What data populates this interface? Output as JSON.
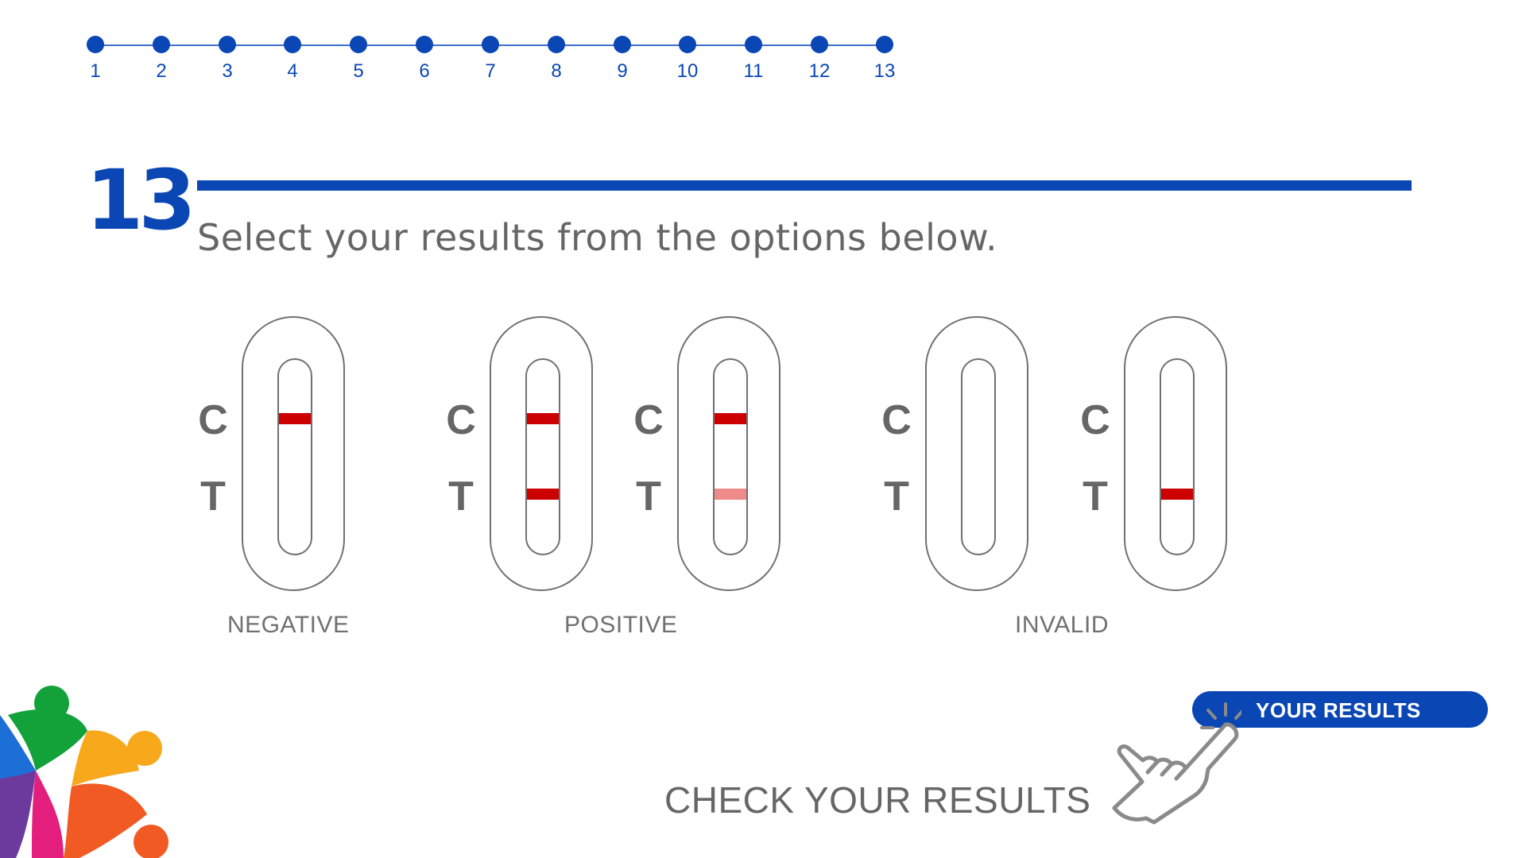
{
  "stepper": {
    "steps": [
      "1",
      "2",
      "3",
      "4",
      "5",
      "6",
      "7",
      "8",
      "9",
      "10",
      "11",
      "12",
      "13"
    ],
    "current": "13",
    "color": "#0a46b4"
  },
  "heading": {
    "step_number": "13",
    "instruction": "Select your results from the options below."
  },
  "cards": [
    {
      "c_label": "C",
      "t_label": "T",
      "c_band": "#cc0000",
      "t_band": null
    },
    {
      "c_label": "C",
      "t_label": "T",
      "c_band": "#cc0000",
      "t_band": "#cc0000"
    },
    {
      "c_label": "C",
      "t_label": "T",
      "c_band": "#cc0000",
      "t_band": "#ee8a8a"
    },
    {
      "c_label": "C",
      "t_label": "T",
      "c_band": null,
      "t_band": null
    },
    {
      "c_label": "C",
      "t_label": "T",
      "c_band": null,
      "t_band": "#cc0000"
    }
  ],
  "groups": {
    "negative": "NEGATIVE",
    "positive": "POSITIVE",
    "invalid": "INVALID"
  },
  "actions": {
    "your_results": "YOUR RESULTS",
    "check_results": "CHECK YOUR RESULTS",
    "pointer_icon": "hand-pointer-icon"
  },
  "colors": {
    "brand_blue": "#0a46b4",
    "text_gray": "#666666",
    "band_red": "#cc0000",
    "band_faint": "#ee8a8a"
  }
}
